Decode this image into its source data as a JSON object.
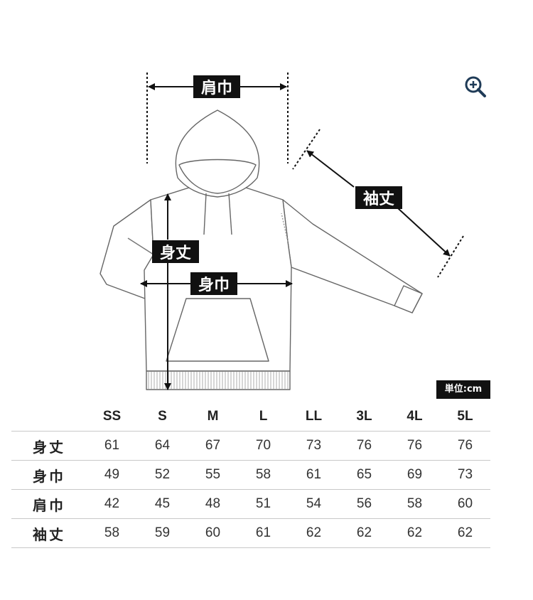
{
  "labels": {
    "shoulder": "肩巾",
    "sleeve": "袖丈",
    "length": "身丈",
    "chest": "身巾"
  },
  "unit": "単位:cm",
  "zoom_icon": "zoom-in-icon",
  "table": {
    "columns": [
      "SS",
      "S",
      "M",
      "L",
      "LL",
      "3L",
      "4L",
      "5L"
    ],
    "rows": [
      {
        "label": "身丈",
        "values": [
          "61",
          "64",
          "67",
          "70",
          "73",
          "76",
          "76",
          "76"
        ]
      },
      {
        "label": "身巾",
        "values": [
          "49",
          "52",
          "55",
          "58",
          "61",
          "65",
          "69",
          "73"
        ]
      },
      {
        "label": "肩巾",
        "values": [
          "42",
          "45",
          "48",
          "51",
          "54",
          "56",
          "58",
          "60"
        ]
      },
      {
        "label": "袖丈",
        "values": [
          "58",
          "59",
          "60",
          "61",
          "62",
          "62",
          "62",
          "62"
        ]
      }
    ]
  }
}
